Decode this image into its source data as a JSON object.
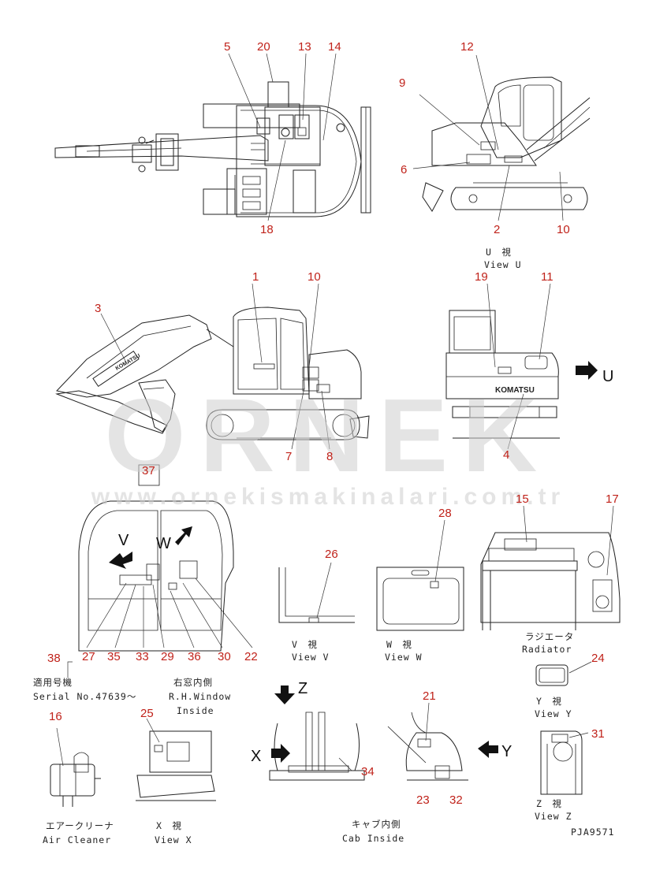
{
  "callouts": [
    "1",
    "2",
    "3",
    "4",
    "5",
    "6",
    "7",
    "8",
    "9",
    "10",
    "11",
    "12",
    "13",
    "14",
    "15",
    "16",
    "17",
    "18",
    "19",
    "20",
    "21",
    "22",
    "23",
    "24",
    "25",
    "26",
    "27",
    "28",
    "29",
    "30",
    "31",
    "32",
    "33",
    "34",
    "35",
    "36",
    "37",
    "38"
  ],
  "captions": {
    "view_u_jp": "U　視",
    "view_u_en": "View U",
    "view_v_jp": "V　視",
    "view_v_en": "View V",
    "view_w_jp": "W　視",
    "view_w_en": "View W",
    "view_x_jp": "X　視",
    "view_x_en": "View X",
    "view_y_jp": "Y　視",
    "view_y_en": "View Y",
    "view_z_jp": "Z　視",
    "view_z_en": "View Z",
    "radiator_jp": "ラジエータ",
    "radiator_en": "Radiator",
    "serial_jp": "適用号機",
    "serial_en": "Serial No.47639～",
    "window_jp": "右窓内側",
    "window_en1": "R.H.Window",
    "window_en2": "Inside",
    "aircleaner_jp": "エアークリーナ",
    "aircleaner_en": "Air Cleaner",
    "cab_jp": "キャブ内側",
    "cab_en": "Cab Inside",
    "drawing_code": "PJA9571"
  },
  "view_letters": {
    "u": "U",
    "v": "V",
    "w": "W",
    "x": "X",
    "y": "Y",
    "z": "Z"
  },
  "brand": "KOMATSU",
  "watermark": {
    "logo": "ORNEK",
    "url": "www.ornekismakinalari.com.tr",
    "color": "#cfcfcf"
  },
  "colors": {
    "callout": "#c0221a",
    "line": "#222222"
  }
}
